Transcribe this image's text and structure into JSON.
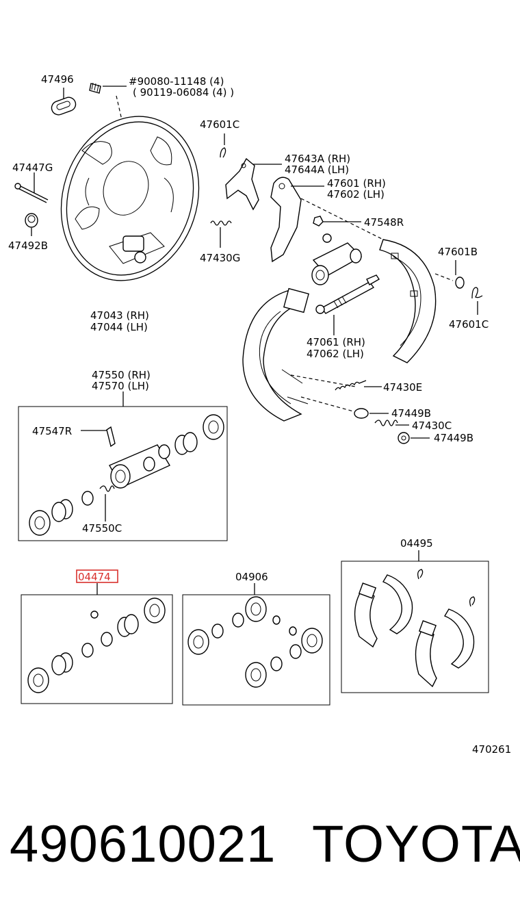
{
  "labels": {
    "l47496": "47496",
    "l90080": "#90080-11148 (4)",
    "l90119": "( 90119-06084 (4) )",
    "l47601C_top": "47601C",
    "l47447G": "47447G",
    "l47643A": "47643A (RH)",
    "l47644A": "47644A (LH)",
    "l47601": "47601 (RH)",
    "l47602": "47602 (LH)",
    "l47548R": "47548R",
    "l47492B": "47492B",
    "l47430G": "47430G",
    "l47601B": "47601B",
    "l47043": "47043 (RH)",
    "l47044": "47044 (LH)",
    "l47601C_right": "47601C",
    "l47061": "47061 (RH)",
    "l47062": "47062 (LH)",
    "l47550": "47550 (RH)",
    "l47570": "47570 (LH)",
    "l47430E": "47430E",
    "l47547R": "47547R",
    "l47449B_a": "47449B",
    "l47430C": "47430C",
    "l47449B_b": "47449B",
    "l47550C": "47550C",
    "l04495": "04495",
    "l04474": "04474",
    "l04906": "04906",
    "l470261": "470261"
  },
  "footer": {
    "part_number": "490610021",
    "brand": "TOYOTA"
  },
  "colors": {
    "highlight": "#d9302c",
    "line": "#000000"
  }
}
